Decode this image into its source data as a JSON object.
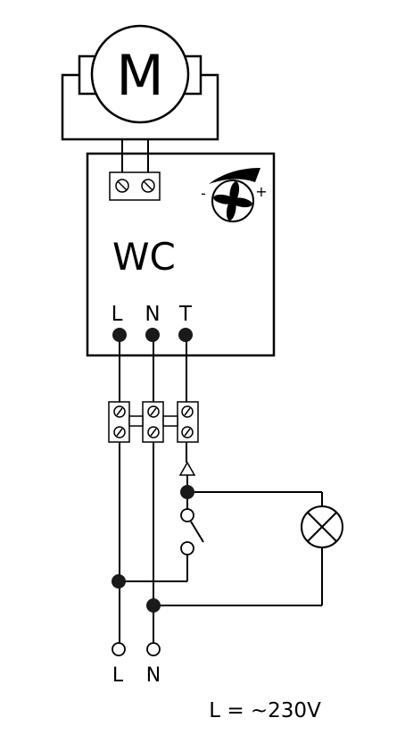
{
  "motor": {
    "symbol": "M"
  },
  "controller": {
    "name": "WC",
    "fan_minus": "-",
    "fan_plus": "+",
    "terminals": [
      "L",
      "N",
      "T"
    ]
  },
  "supply_terminals": [
    "L",
    "N"
  ],
  "note": "L = ~230V",
  "colors": {
    "line": "#000000",
    "node": "#1a1a1a",
    "background": "#ffffff"
  }
}
